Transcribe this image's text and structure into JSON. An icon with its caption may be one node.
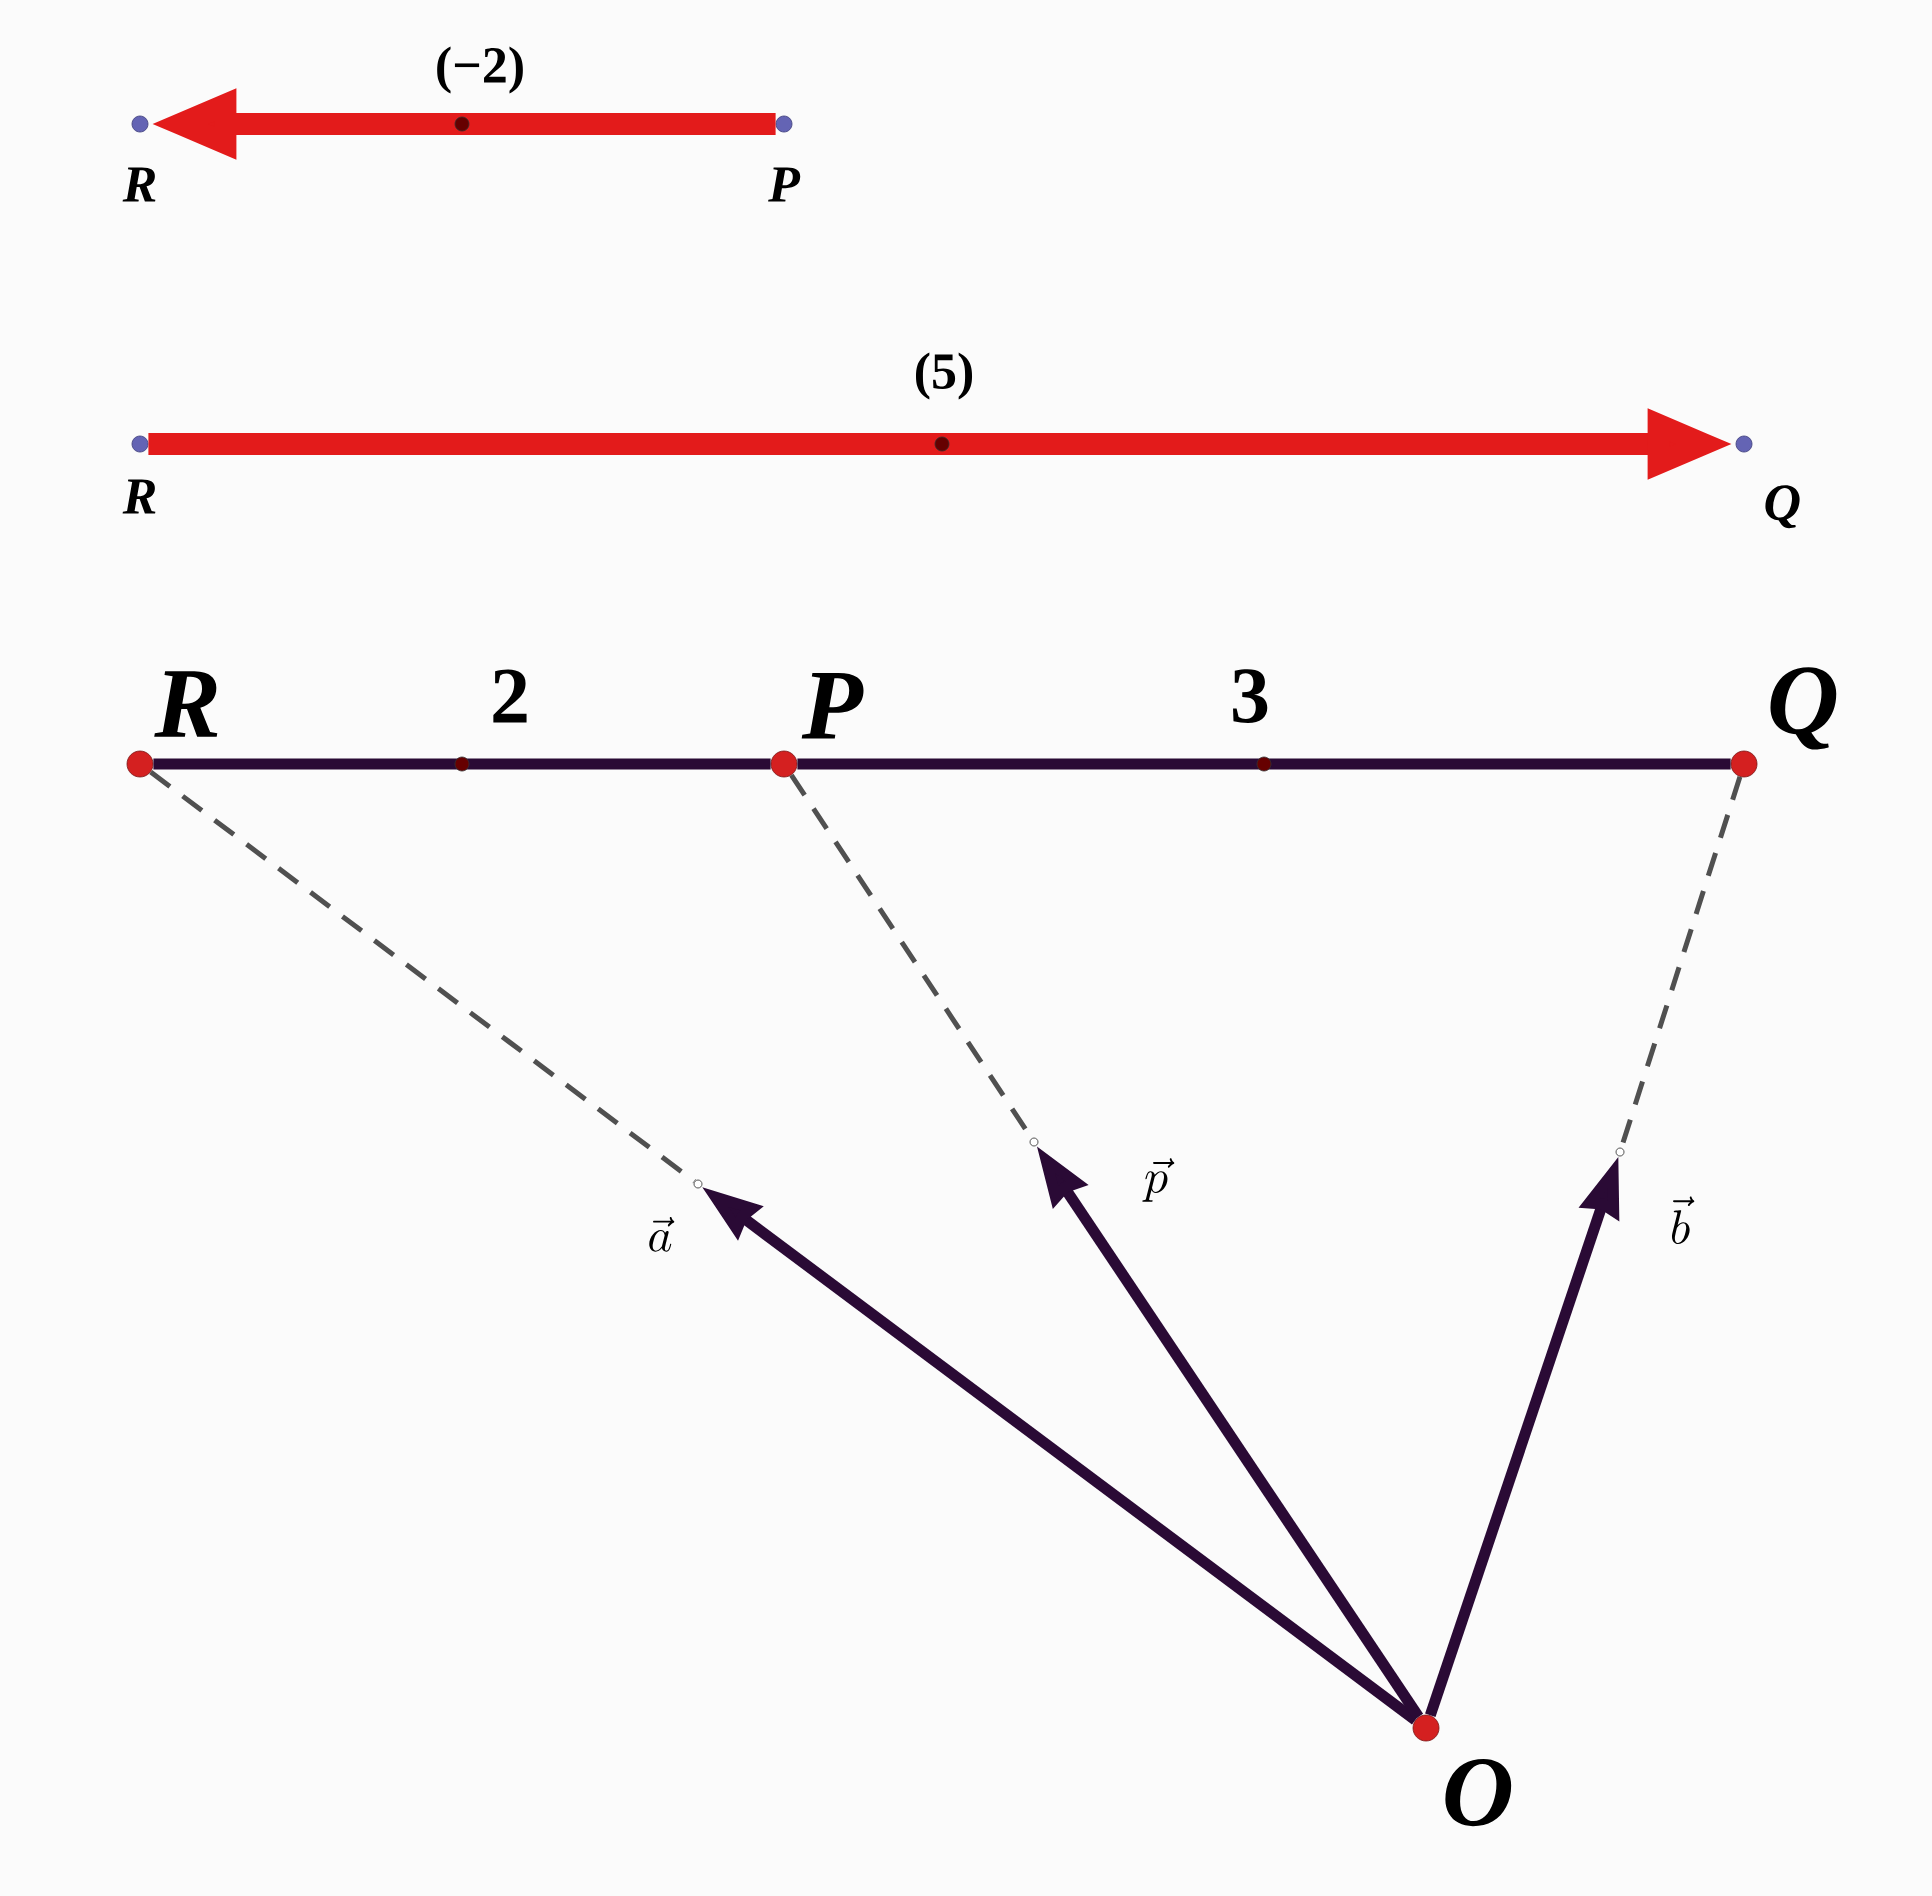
{
  "diagram": {
    "nodes": [
      {
        "text": [
          "R"
        ]
      },
      {
        "text": [
          "P"
        ]
      },
      {
        "text": [
          "R"
        ]
      },
      {
        "text": [
          "Q"
        ]
      },
      {
        "text": [
          "R"
        ]
      },
      {
        "text": [
          "P"
        ]
      },
      {
        "text": [
          "Q"
        ]
      },
      {
        "text": [],
        "shape": "circle"
      },
      {
        "text": [],
        "shape": "circle"
      },
      {
        "text": [],
        "shape": "circle"
      },
      {
        "text": [
          "O"
        ]
      }
    ],
    "edges": [
      {
        "from": 1,
        "to": 0,
        "arrow": "to",
        "label": "(−2)",
        "style": "thick",
        "color": "#e31b1b"
      },
      {
        "from": 2,
        "to": 3,
        "arrow": "to",
        "label": "(5)",
        "style": "thick",
        "color": "#e31b1b"
      },
      {
        "from": 4,
        "to": 5,
        "arrow": "none",
        "label": "2"
      },
      {
        "from": 5,
        "to": 6,
        "arrow": "none",
        "label": "3"
      },
      {
        "from": 4,
        "to": 7,
        "arrow": "none",
        "style": "dashed",
        "color": "#505050"
      },
      {
        "from": 5,
        "to": 8,
        "arrow": "none",
        "style": "dashed",
        "color": "#505050"
      },
      {
        "from": 6,
        "to": 9,
        "arrow": "none",
        "style": "dashed",
        "color": "#505050"
      },
      {
        "from": 10,
        "to": 7,
        "arrow": "to",
        "label": "\\vec{a}"
      },
      {
        "from": 10,
        "to": 8,
        "arrow": "to",
        "label": "\\vec{p}"
      },
      {
        "from": 10,
        "to": 9,
        "arrow": "to",
        "label": "\\vec{b}"
      }
    ]
  }
}
